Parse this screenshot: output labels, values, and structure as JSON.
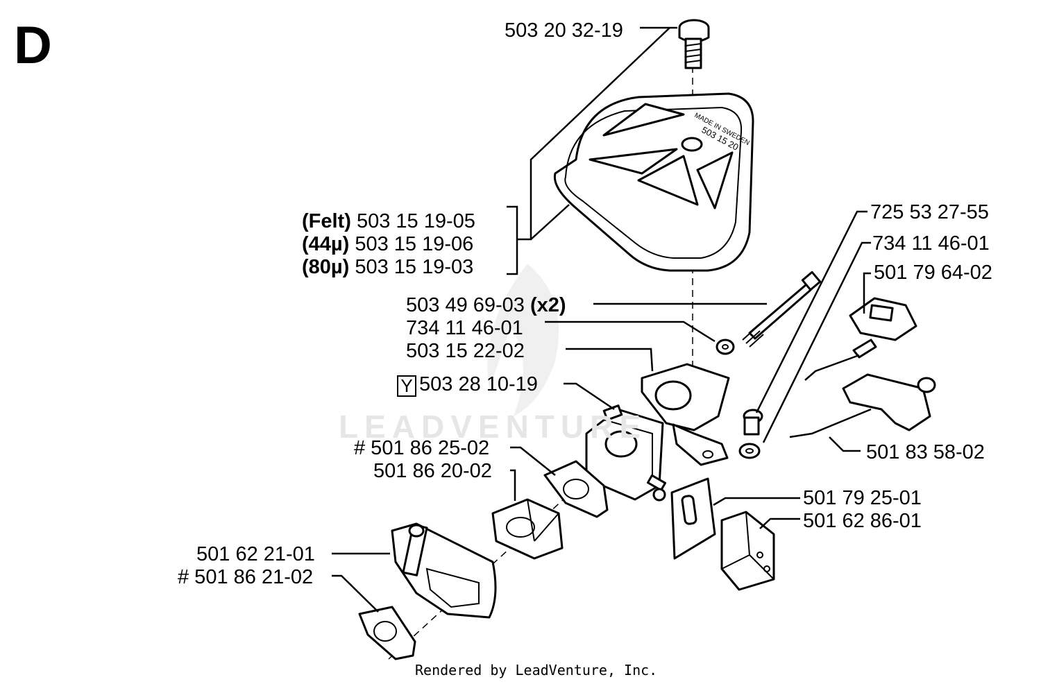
{
  "diagram": {
    "section_letter": "D",
    "watermark": "LEADVENTURE",
    "footer": "Rendered by LeadVenture, Inc.",
    "air_filter_note": "503 15 20",
    "air_filter_text": "MADE IN SWEDEN",
    "labels": {
      "screw_top": "503 20 32-19",
      "filter_felt_tag": "(Felt)",
      "filter_felt": "503 15 19-05",
      "filter_44_tag": "(44µ)",
      "filter_44": "503 15 19-06",
      "filter_80_tag": "(80µ)",
      "filter_80": "503 15 19-03",
      "bolt": "503 49 69-03",
      "bolt_qty": "(x2)",
      "washer_a": "734 11 46-01",
      "filter_holder": "503 15 22-02",
      "carb_mark": "Y",
      "carburetor": "503 28 10-19",
      "gasket_a": "# 501 86 25-02",
      "spacer": "501 86 20-02",
      "intake": "501 62 21-01",
      "gasket_b": "# 501 86 21-02",
      "screw_r": "725 53 27-55",
      "washer_r": "734 11 46-01",
      "choke": "501 79 64-02",
      "throttle_link": "501 83 58-02",
      "plate": "501 79 25-01",
      "block": "501 62 86-01"
    }
  }
}
